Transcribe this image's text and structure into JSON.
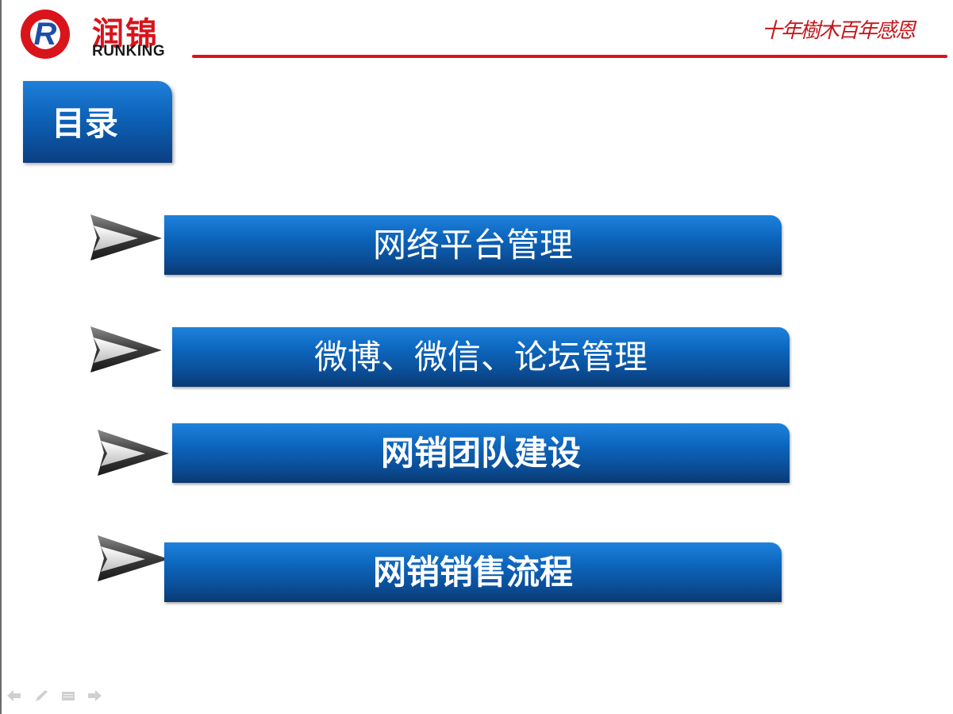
{
  "logo": {
    "chinese": "润锦",
    "english": "RUNKING",
    "letter": "R"
  },
  "slogan": "十年樹木百年感恩",
  "title": "目录",
  "menu": [
    {
      "label": "网络平台管理"
    },
    {
      "label": "微博、微信、论坛管理"
    },
    {
      "label": "网销团队建设"
    },
    {
      "label": "网销销售流程"
    }
  ],
  "nav_icons": [
    "arrow-left-icon",
    "pen-icon",
    "menu-icon",
    "arrow-right-icon"
  ],
  "colors": {
    "brand_red": "#d9141b",
    "brand_blue": "#0c64bb"
  }
}
